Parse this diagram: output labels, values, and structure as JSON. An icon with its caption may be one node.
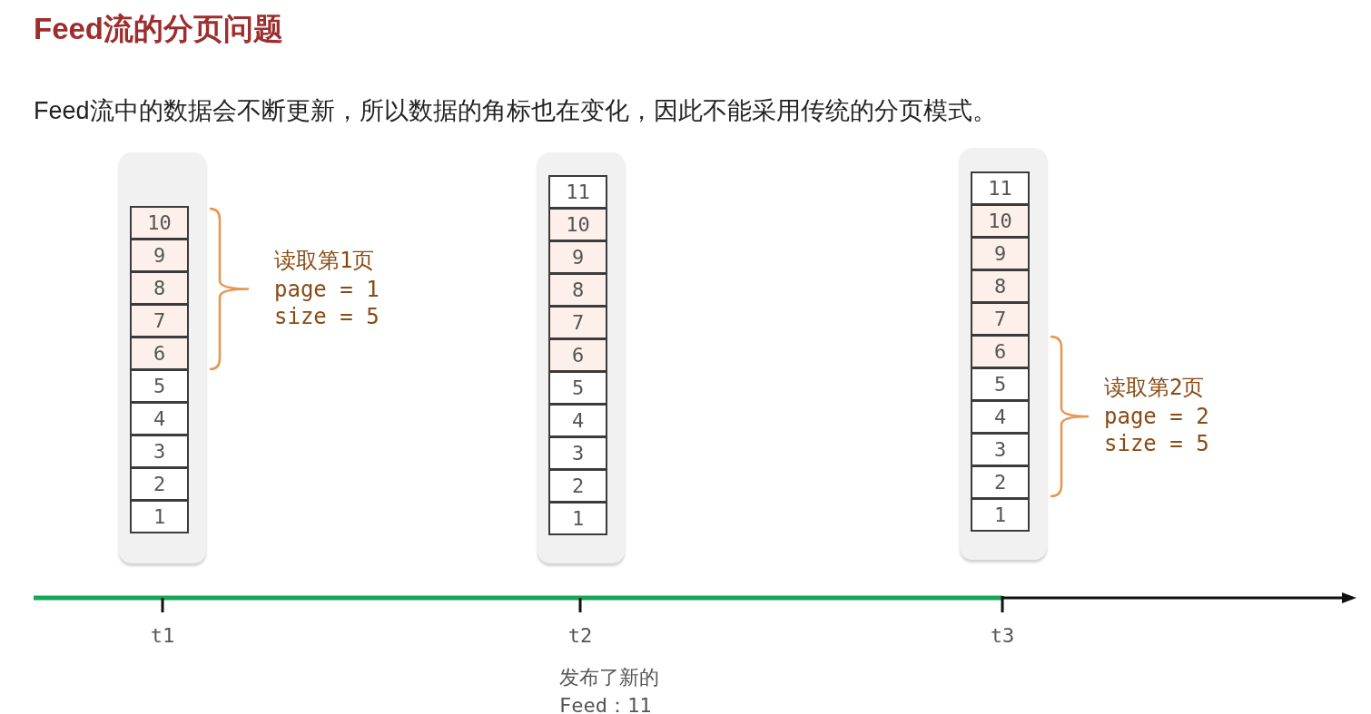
{
  "diagram": {
    "title": "Feed流的分页问题",
    "nodes": [
      {
        "text": [],
        "shape": "box"
      },
      {
        "text": [
          "10"
        ],
        "in": 0
      },
      {
        "text": [
          "9"
        ],
        "in": 0
      },
      {
        "text": [
          "8"
        ],
        "in": 0
      },
      {
        "text": [
          "7"
        ],
        "in": 0
      },
      {
        "text": [
          "6"
        ],
        "in": 0
      },
      {
        "text": [
          "5"
        ],
        "in": 0
      },
      {
        "text": [
          "4"
        ],
        "in": 0
      },
      {
        "text": [
          "3"
        ],
        "in": 0
      },
      {
        "text": [
          "2"
        ],
        "in": 0
      },
      {
        "text": [
          "1"
        ],
        "in": 0
      },
      {
        "text": [],
        "shape": "box"
      },
      {
        "text": [
          "11"
        ],
        "in": 11
      },
      {
        "text": [
          "10"
        ],
        "in": 11
      },
      {
        "text": [
          "9"
        ],
        "in": 11
      },
      {
        "text": [
          "8"
        ],
        "in": 11
      },
      {
        "text": [
          "7"
        ],
        "in": 11
      },
      {
        "text": [
          "6"
        ],
        "in": 11
      },
      {
        "text": [
          "5"
        ],
        "in": 11
      },
      {
        "text": [
          "4"
        ],
        "in": 11
      },
      {
        "text": [
          "3"
        ],
        "in": 11
      },
      {
        "text": [
          "2"
        ],
        "in": 11
      },
      {
        "text": [
          "1"
        ],
        "in": 11
      },
      {
        "text": [],
        "shape": "box"
      },
      {
        "text": [
          "11"
        ],
        "in": 23
      },
      {
        "text": [
          "10"
        ],
        "in": 23
      },
      {
        "text": [
          "9"
        ],
        "in": 23
      },
      {
        "text": [
          "8"
        ],
        "in": 23
      },
      {
        "text": [
          "7"
        ],
        "in": 23
      },
      {
        "text": [
          "6"
        ],
        "in": 23
      },
      {
        "text": [
          "5"
        ],
        "in": 23
      },
      {
        "text": [
          "4"
        ],
        "in": 23
      },
      {
        "text": [
          "3"
        ],
        "in": 23
      },
      {
        "text": [
          "2"
        ],
        "in": 23
      },
      {
        "text": [
          "1"
        ],
        "in": 23
      }
    ],
    "labels": [
      "Feed流中的数据会不断更新，所以数据的角标也在变化，因此不能采用传统的分页模式。",
      "读取第1页",
      "page = 1",
      "size = 5",
      "读取第2页",
      "page = 2",
      "size = 5",
      "t1",
      "t2",
      "t3",
      "发布了新的 Feed：11"
    ]
  }
}
